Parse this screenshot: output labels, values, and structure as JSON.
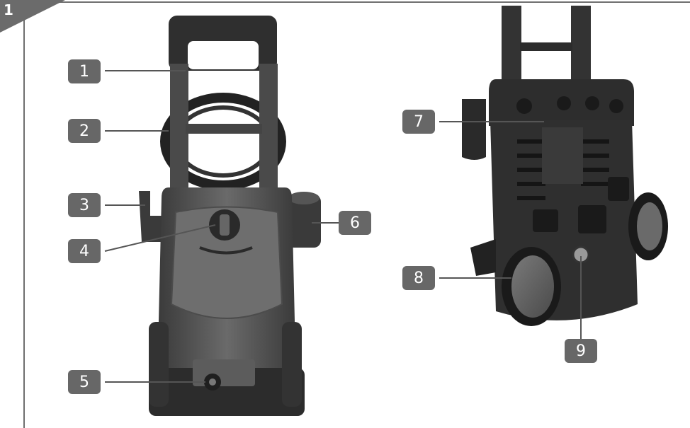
{
  "figure_number": "1",
  "callouts": [
    "1",
    "2",
    "3",
    "4",
    "5",
    "6",
    "7",
    "8",
    "9"
  ],
  "colors": {
    "frame": "#6f6f6f",
    "callout_background": "#676767",
    "callout_text": "#ffffff",
    "machine_body": "#5a5a5a",
    "machine_dark": "#2a2a2a"
  }
}
